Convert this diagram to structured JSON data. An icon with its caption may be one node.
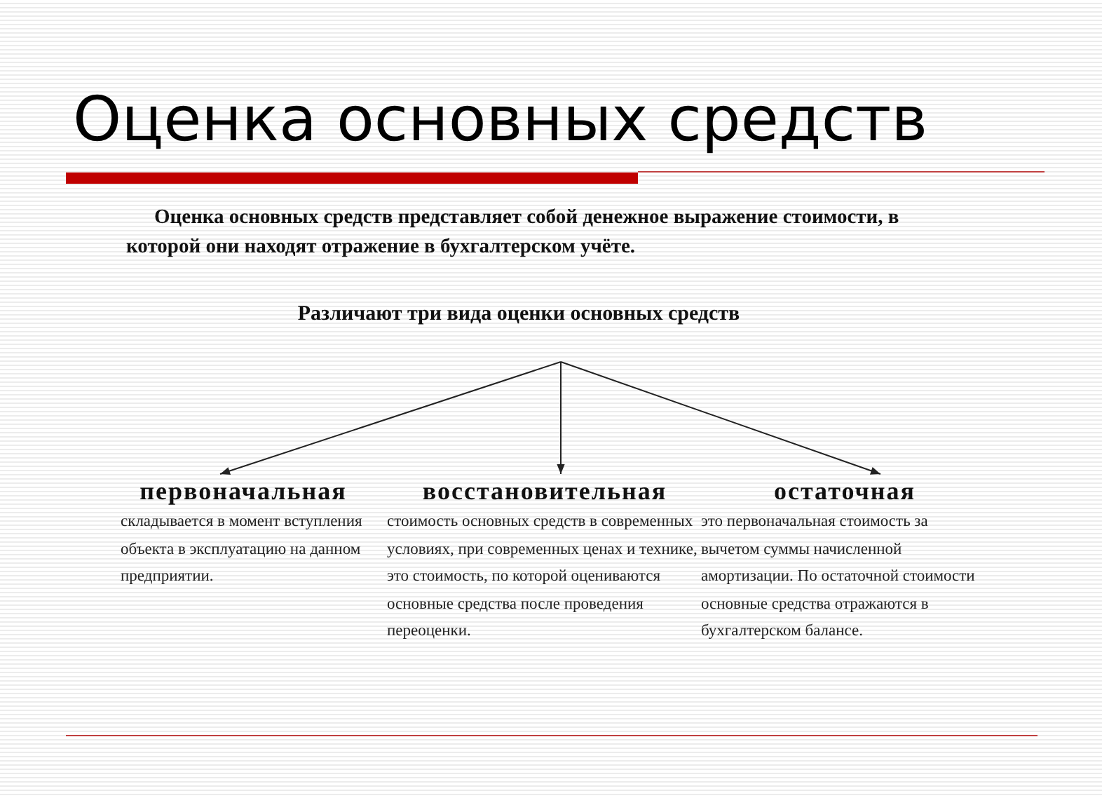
{
  "diagram": {
    "title": "Оценка основных средств",
    "nodes": [
      {
        "text": [
          "Различают три вида оценки основных средств"
        ]
      },
      {
        "text": [
          "первоначальная",
          "складывается в момент вступления объекта в эксплуатацию на данном предприятии."
        ]
      },
      {
        "text": [
          "восстановительная",
          "стоимость основных средств в современных условиях, при современных ценах и технике, это стоимость, по которой оцениваются основные средства после проведения переоценки."
        ]
      },
      {
        "text": [
          "остаточная",
          "это первоначальная стоимость за вычетом суммы начисленной амортизации. По остаточной стоимости основные средства отражаются в бухгалтерском балансе."
        ]
      }
    ],
    "edges": [
      {
        "from": 0,
        "to": 1,
        "arrow": "to"
      },
      {
        "from": 0,
        "to": 2,
        "arrow": "to"
      },
      {
        "from": 0,
        "to": 3,
        "arrow": "to"
      }
    ],
    "labels": [
      "Оценка основных средств представляет собой денежное выражение стоимости, в которой они находят отражение в бухгалтерском учёте."
    ]
  }
}
